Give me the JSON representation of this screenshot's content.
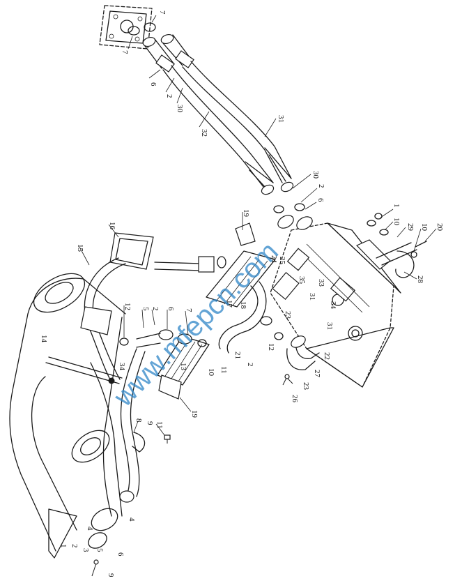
{
  "watermark": "www.mfepcn.com",
  "callouts": {
    "c1": "1",
    "c2": "2",
    "c3": "3",
    "c4": "4",
    "c5": "5",
    "c6": "6",
    "c7": "7",
    "c8": "8",
    "c9": "9",
    "c10": "10",
    "c11": "11",
    "c12": "12",
    "c13": "13",
    "c14": "14",
    "c15": "15",
    "c16": "16",
    "c17": "17",
    "c18": "18",
    "c19": "19",
    "c20": "20",
    "c21": "21",
    "c22": "22",
    "c23": "23",
    "c24": "24",
    "c25": "25",
    "c26": "26",
    "c27": "27",
    "c28": "28",
    "c29": "29",
    "c30": "30",
    "c31": "31",
    "c32": "32",
    "c33": "33",
    "c34": "34",
    "c35": "35"
  }
}
